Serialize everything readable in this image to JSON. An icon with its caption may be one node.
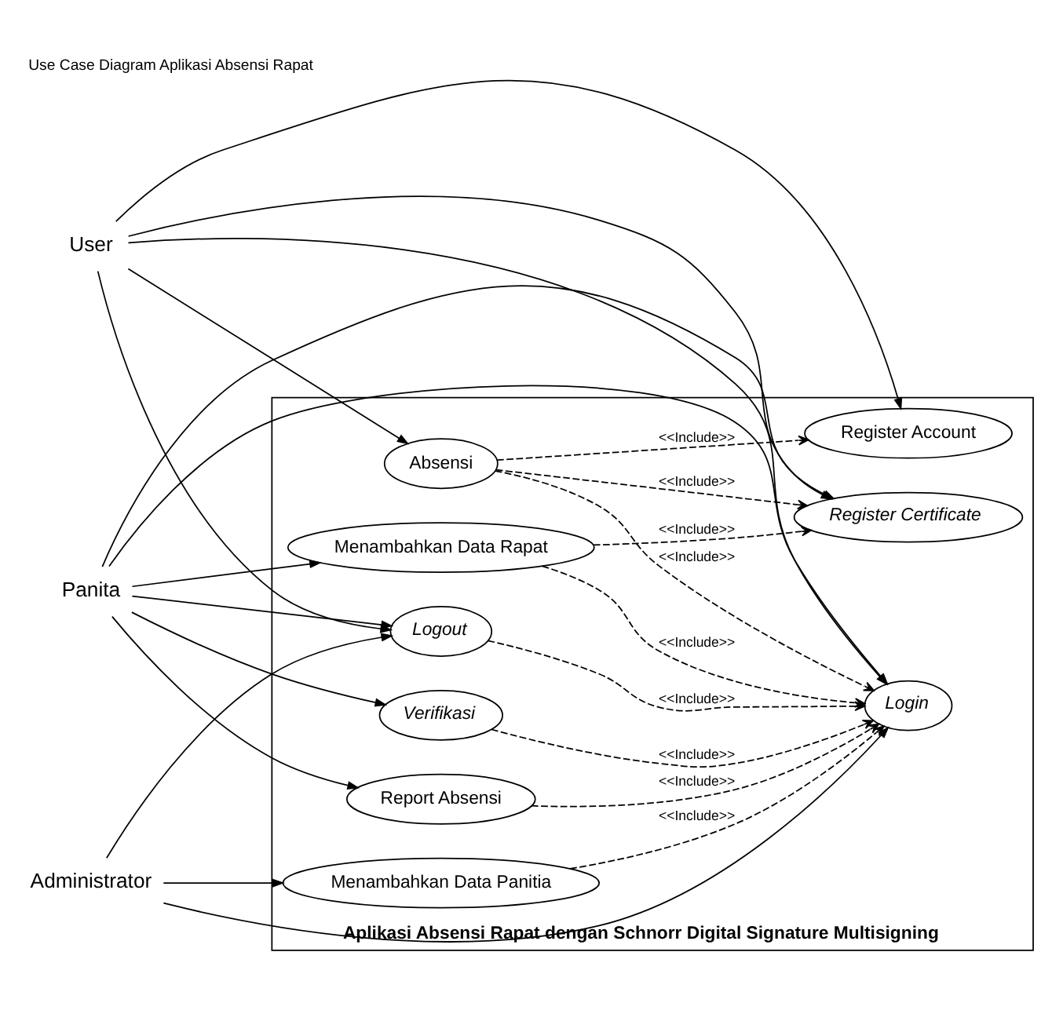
{
  "diagram": {
    "title": "Use Case Diagram Aplikasi Absensi Rapat",
    "nodes": [
      {
        "text": [
          "User"
        ]
      },
      {
        "text": [
          "Panita"
        ]
      },
      {
        "text": [
          "Administrator"
        ]
      },
      {
        "text": [
          "Aplikasi Absensi Rapat dengan Schnorr Digital Signature Multisigning"
        ]
      },
      {
        "text": [
          "Register Account"
        ],
        "in": 3
      },
      {
        "text": [
          "Absensi"
        ],
        "in": 3
      },
      {
        "text": [
          "Register Certificate"
        ],
        "in": 3
      },
      {
        "text": [
          "Logout"
        ],
        "in": 3
      },
      {
        "text": [
          "Menambahkan Data Rapat"
        ],
        "in": 3
      },
      {
        "text": [
          "Login"
        ],
        "in": 3
      },
      {
        "text": [
          "Report Absensi"
        ],
        "in": 3
      },
      {
        "text": [
          "Verifikasi"
        ],
        "in": 3
      },
      {
        "text": [
          "Menambahkan Data Panitia"
        ],
        "in": 3
      }
    ],
    "edges": [
      {
        "from": 0,
        "to": 4,
        "arrow": "to"
      },
      {
        "from": 0,
        "to": 5,
        "arrow": "to"
      },
      {
        "from": 0,
        "to": 6,
        "arrow": "to"
      },
      {
        "from": 0,
        "to": 7,
        "arrow": "to"
      },
      {
        "from": 0,
        "to": 9,
        "arrow": "to"
      },
      {
        "from": 1,
        "to": 7,
        "arrow": "to"
      },
      {
        "from": 1,
        "to": 6,
        "arrow": "to"
      },
      {
        "from": 1,
        "to": 8,
        "arrow": "to"
      },
      {
        "from": 1,
        "to": 9,
        "arrow": "to"
      },
      {
        "from": 1,
        "to": 10,
        "arrow": "to"
      },
      {
        "from": 1,
        "to": 11,
        "arrow": "to"
      },
      {
        "from": 2,
        "to": 7,
        "arrow": "to"
      },
      {
        "from": 2,
        "to": 9,
        "arrow": "to"
      },
      {
        "from": 2,
        "to": 12,
        "arrow": "to"
      },
      {
        "from": 5,
        "to": 4,
        "arrow": "to",
        "label": "<<Include>>",
        "style": "dashed"
      },
      {
        "from": 5,
        "to": 6,
        "arrow": "to",
        "label": "<<Include>>",
        "style": "dashed"
      },
      {
        "from": 5,
        "to": 9,
        "arrow": "to",
        "label": "<<Include>>",
        "style": "dashed"
      },
      {
        "from": 7,
        "to": 9,
        "arrow": "to",
        "label": "<<Include>>",
        "style": "dashed"
      },
      {
        "from": 8,
        "to": 6,
        "arrow": "to",
        "label": "<<Include>>",
        "style": "dashed"
      },
      {
        "from": 8,
        "to": 9,
        "arrow": "to",
        "label": "<<Include>>",
        "style": "dashed"
      },
      {
        "from": 10,
        "to": 9,
        "arrow": "to",
        "label": "<<Include>>",
        "style": "dashed"
      },
      {
        "from": 11,
        "to": 9,
        "arrow": "to",
        "label": "<<Include>>",
        "style": "dashed"
      },
      {
        "from": 12,
        "to": 9,
        "arrow": "to",
        "label": "<<Include>>",
        "style": "dashed"
      }
    ]
  }
}
